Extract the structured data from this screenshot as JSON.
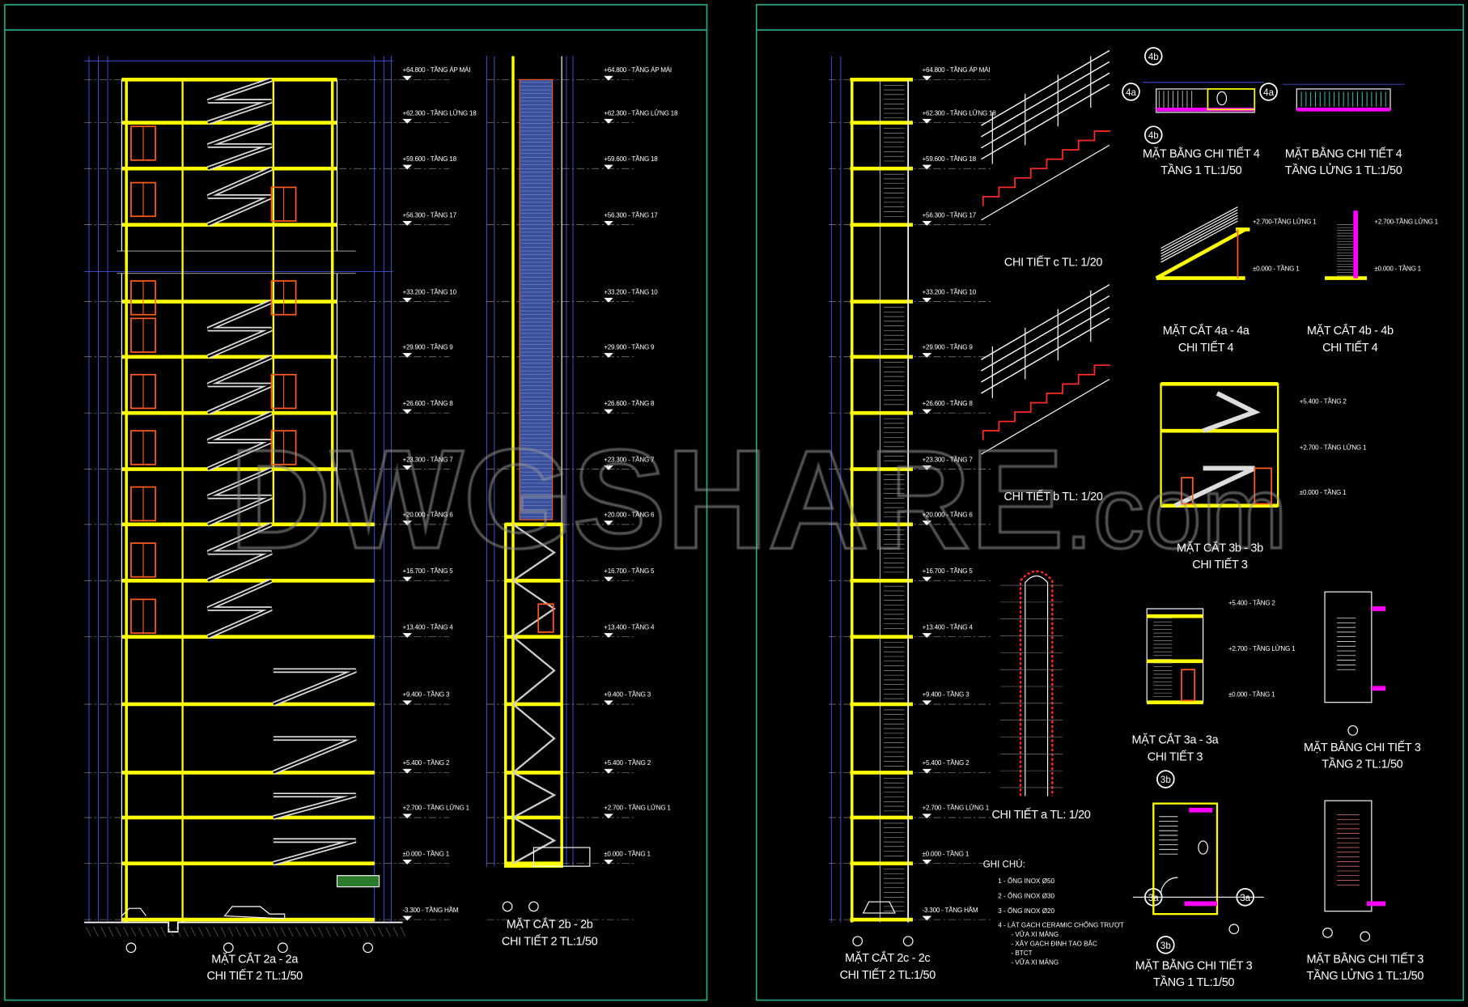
{
  "levels": [
    {
      "elev": "+64.800",
      "name": "TẦNG ÁP MÁI",
      "label": "+64.800 - TẦNG ÁP MÁI"
    },
    {
      "elev": "+62.300",
      "name": "TẦNG LỬNG 18",
      "label": "+62.300 - TẦNG LỬNG 18"
    },
    {
      "elev": "+59.600",
      "name": "TẦNG 18",
      "label": "+59.600 - TẦNG 18"
    },
    {
      "elev": "+56.300",
      "name": "TẦNG 17",
      "label": "+56.300 - TẦNG 17"
    },
    {
      "elev": "+33.200",
      "name": "TẦNG 10",
      "label": "+33.200 - TẦNG 10"
    },
    {
      "elev": "+29.900",
      "name": "TẦNG 9",
      "label": "+29.900 - TẦNG 9"
    },
    {
      "elev": "+26.600",
      "name": "TẦNG 8",
      "label": "+26.600 - TẦNG 8"
    },
    {
      "elev": "+23.300",
      "name": "TẦNG 7",
      "label": "+23.300 - TẦNG 7"
    },
    {
      "elev": "+20.000",
      "name": "TẦNG 6",
      "label": "+20.000 - TẦNG 6"
    },
    {
      "elev": "+16.700",
      "name": "TẦNG 5",
      "label": "+16.700 - TẦNG 5"
    },
    {
      "elev": "+13.400",
      "name": "TẦNG 4",
      "label": "+13.400 - TẦNG 4"
    },
    {
      "elev": "+9.400",
      "name": "TẦNG 3",
      "label": "+9.400 - TẦNG 3"
    },
    {
      "elev": "+5.400",
      "name": "TẦNG 2",
      "label": "+5.400 - TẦNG 2"
    },
    {
      "elev": "+2.700",
      "name": "TẦNG LỬNG 1",
      "label": "+2.700 - TẦNG LỬNG 1"
    },
    {
      "elev": "±0.000",
      "name": "TẦNG 1",
      "label": "±0.000 - TẦNG 1"
    },
    {
      "elev": "-3.300",
      "name": "TẦNG HẦM",
      "label": "-3.300 - TẦNG HẦM"
    }
  ],
  "titles": {
    "s2a": {
      "line1": "MẶT CẮT 2a - 2a",
      "line2": "CHI TIẾT 2  TL:1/50"
    },
    "s2b": {
      "line1": "MẶT CẮT 2b - 2b",
      "line2": "CHI TIẾT 2  TL:1/50"
    },
    "s2c": {
      "line1": "MẶT CẮT 2c - 2c",
      "line2": "CHI TIẾT 2  TL:1/50"
    },
    "dc": {
      "line1": "CHI TIẾT c  TL: 1/20"
    },
    "db": {
      "line1": "CHI TIẾT b  TL: 1/20"
    },
    "da": {
      "line1": "CHI TIẾT a  TL: 1/20"
    },
    "mb4t1": {
      "line1": "MẶT BẰNG CHI TIẾT 4",
      "line2": "TẦNG 1  TL:1/50"
    },
    "mb4l1": {
      "line1": "MẶT BẰNG CHI TIẾT 4",
      "line2": "TẦNG LỬNG 1  TL:1/50"
    },
    "mc4a": {
      "line1": "MẶT CẮT 4a - 4a",
      "line2": "CHI TIẾT 4"
    },
    "mc4b": {
      "line1": "MẶT CẮT 4b - 4b",
      "line2": "CHI TIẾT 4"
    },
    "mc3b": {
      "line1": "MẶT CẮT 3b - 3b",
      "line2": "CHI TIẾT 3"
    },
    "mc3a": {
      "line1": "MẶT CẮT 3a - 3a",
      "line2": "CHI TIẾT 3"
    },
    "mb3t2": {
      "line1": "MẶT BẰNG CHI TIẾT 3",
      "line2": "TẦNG 2  TL:1/50"
    },
    "mb3t1": {
      "line1": "MẶT BẰNG CHI TIẾT 3",
      "line2": "TẦNG 1  TL:1/50"
    },
    "mb3l1": {
      "line1": "MẶT BẰNG CHI TIẾT 3",
      "line2": "TẦNG LỬNG 1  TL:1/50"
    }
  },
  "small_levels": {
    "l2700": "+2.700-TẦNG LỬNG 1",
    "l0": "±0.000 - TẦNG 1",
    "l5400": "+5.400 - TẦNG 2",
    "l2700b": "+2.700 - TẦNG LỬNG 1",
    "l0b": "±0.000 - TẦNG 1"
  },
  "notes": {
    "heading": "GHI CHÚ:",
    "items": [
      "1   - ỐNG INOX Ø50",
      "2   - ỐNG INOX Ø30",
      "3   - ỐNG INOX Ø20",
      "4   - LÁT GẠCH CERAMIC CHỐNG TRƯỢT",
      "- VỮA XI MĂNG",
      "- XÂY GẠCH ĐINH TẠO BẬC",
      "- BTCT",
      "- VỮA XI MĂNG"
    ]
  },
  "section_marks": [
    "4a",
    "4b",
    "3a",
    "3b"
  ],
  "watermark": "DWGSHARE.com",
  "colors": {
    "frame": "#1fa585",
    "slab": "#ffff00",
    "dim": "#4a5cff",
    "window": "#ff5a1f",
    "accent": "#ff00ff"
  }
}
